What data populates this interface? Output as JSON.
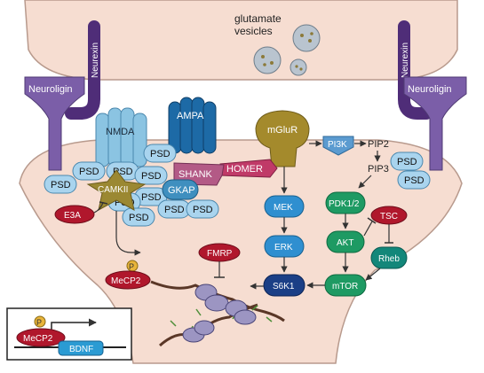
{
  "presynaptic": {
    "vesicles_label_line1": "glutamate",
    "vesicles_label_line2": "vesicles"
  },
  "adhesion": {
    "neurexin_left": "Neurexin",
    "neurexin_right": "Neurexin",
    "neuroligin_left": "Neuroligin",
    "neuroligin_right": "Neuroligin"
  },
  "receptors": {
    "nmda": "NMDA",
    "ampa": "AMPA",
    "mglur": "mGluR"
  },
  "scaffold": {
    "psd": "PSD",
    "shank": "SHANK",
    "homer": "HOMER",
    "gkap": "GKAP",
    "camkii": "CAMKII",
    "e3a": "E3A"
  },
  "nucleus": {
    "phospho": "P",
    "mecp2": "MeCP2",
    "bdnf": "BDNF"
  },
  "pathway": {
    "pi3k": "PI3K",
    "pip2": "PIP2",
    "pip3": "PIP3",
    "pdk": "PDK1/2",
    "akt": "AKT",
    "tsc": "TSC",
    "rheb": "Rheb",
    "mtor": "mTOR",
    "mek": "MEK",
    "erk": "ERK",
    "s6k1": "S6K1",
    "fmrp": "FMRP"
  },
  "colors": {
    "neuron_fill": "#f6ddd1",
    "neuron_stroke": "#b89a8d",
    "neuroligin": "#7b5ea8",
    "neurexin": "#4f2d78",
    "psd": "#a9d4ee",
    "nmda": "#8bc4e2",
    "ampa": "#1d6aa6",
    "mglur": "#a48a2c",
    "homer": "#c03a68",
    "camkii": "#9b8832",
    "red_protein": "#b0172c",
    "blue_kinase": "#2f8fd0",
    "navy": "#1b3f86",
    "green": "#1e9a63",
    "teal": "#13877a",
    "bdnf": "#2b9bd3",
    "ribosome": "#9c95c2",
    "mrna": "#5a3727"
  }
}
